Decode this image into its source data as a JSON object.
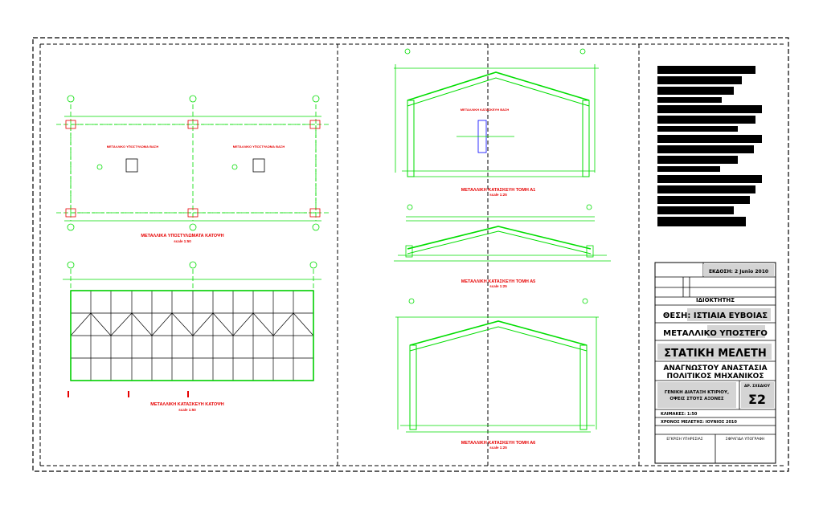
{
  "drawings": {
    "foundation_plan": {
      "title": "ΜΕΤΑΛΛΙΚΑ ΥΠΟΣΤΥΛΩΜΑΤΑ ΚΑΤΟΨΗ",
      "scale": "scale 1:50"
    },
    "roof_plan": {
      "title": "ΜΕΤΑΛΛΙΚΗ ΚΑΤΑΣΚΕΥΗ ΚΑΤΟΨΗ",
      "scale": "scale 1:50"
    },
    "section_a1": {
      "title": "ΜΕΤΑΛΛΙΚΗ ΚΑΤΑΣΚΕΥΗ ΤΟΜΗ Α1",
      "scale": "scale 1:25"
    },
    "section_a5": {
      "title": "ΜΕΤΑΛΛΙΚΗ ΚΑΤΑΣΚΕΥΗ ΤΟΜΗ Α5",
      "scale": "scale 1:25"
    },
    "section_a6": {
      "title": "ΜΕΤΑΛΛΙΚΗ ΚΑΤΑΣΚΕΥΗ ΤΟΜΗ Α6",
      "scale": "scale 1:25"
    }
  },
  "title_block": {
    "edition": "ΕΚΔΟΣΗ: 2 Junio 2010",
    "owner": "ΙΔΙΟΚΤΗΤΗΣ",
    "location": "ΘΕΣΗ: ΙΣΤΙΑΙΑ ΕΥΒΟΙΑΣ",
    "project": "ΜΕΤΑΛΛΙΚΟ ΥΠΟΣΤΕΓΟ",
    "study": "ΣΤΑΤΙΚΗ ΜΕΛΕΤΗ",
    "engineer_name": "ΑΝΑΓΝΩΣΤΟΥ ΑΝΑΣΤΑΣΙΑ",
    "engineer_title": "ΠΟΛΙΤΙΚΟΣ ΜΗΧΑΝΙΚΟΣ",
    "sheet_desc_1": "ΓΕΝΙΚΗ ΔΙΑΤΑΞΗ ΚΤΙΡΙΟΥ,",
    "sheet_desc_2": "ΟΨΕΙΣ ΣΤΟΥΣ ΑΞΟΝΕΣ",
    "sheet_no_label": "ΑΡ. ΣΧΕΔΙΟΥ",
    "sheet_no": "Σ2",
    "scale": "ΚΛΙΜΑΚΕΣ: 1:50",
    "study_date": "ΧΡΟΝΟΣ ΜΕΛΕΤΗΣ: ΙΟΥΝΙΟΣ 2010",
    "approval": "ΕΓΚΡΙΣΗ ΥΠΗΡΕΣΙΑΣ",
    "signature": "ΣΦΡΑΓΙΔΑ ΥΠΟΓΡΑΦΗ"
  },
  "colors": {
    "drawing_lines": "#00dd00",
    "annotation": "#e60000",
    "frame": "#000000"
  }
}
